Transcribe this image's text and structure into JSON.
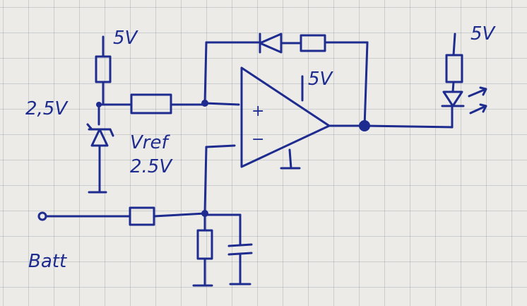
{
  "labels": {
    "supply_top_left": "5V",
    "node_2_5v": "2,5V",
    "vref_name": "Vref",
    "vref_value": "2.5V",
    "opamp_supply": "5V",
    "opamp_plus": "+",
    "opamp_minus": "−",
    "supply_led": "5V",
    "battery": "Batt"
  },
  "colors": {
    "ink": "#1e2b8f",
    "paper": "#ecebe7",
    "grid": "#8c96a0"
  }
}
